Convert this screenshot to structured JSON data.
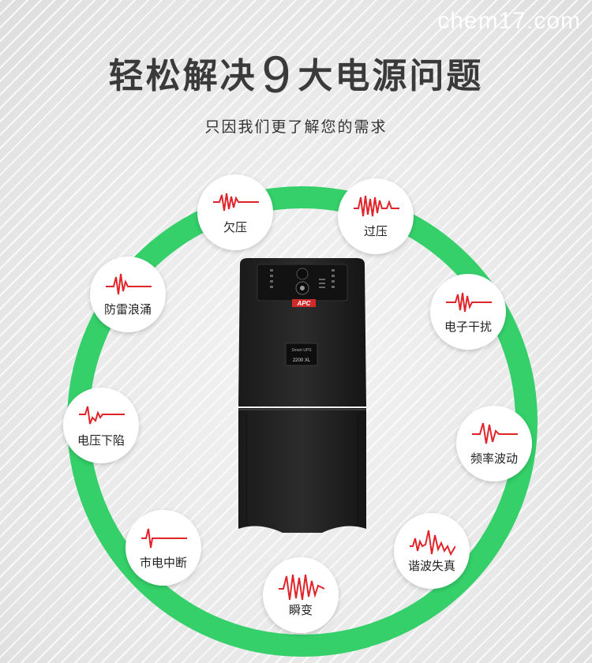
{
  "watermark": "chem17.com",
  "header": {
    "title_pre": "轻松解决",
    "title_num": "9",
    "title_post": "大电源问题",
    "subtitle": "只因我们更了解您的需求"
  },
  "colors": {
    "ring": "#35d06a",
    "wave": "#e0242a"
  },
  "problems": [
    {
      "label": "欠压",
      "icon": "undervoltage-wave-icon"
    },
    {
      "label": "过压",
      "icon": "overvoltage-wave-icon"
    },
    {
      "label": "电子干扰",
      "icon": "electronic-interference-wave-icon"
    },
    {
      "label": "频率波动",
      "icon": "frequency-fluctuation-wave-icon"
    },
    {
      "label": "谐波失真",
      "icon": "harmonic-distortion-wave-icon"
    },
    {
      "label": "瞬变",
      "icon": "transient-wave-icon"
    },
    {
      "label": "市电中断",
      "icon": "power-outage-wave-icon"
    },
    {
      "label": "电压下陷",
      "icon": "voltage-sag-wave-icon"
    },
    {
      "label": "防雷浪涌",
      "icon": "surge-protection-wave-icon"
    }
  ],
  "product": {
    "brand": "APC",
    "model_line": "Smart-UPS",
    "model": "2200 XL"
  }
}
